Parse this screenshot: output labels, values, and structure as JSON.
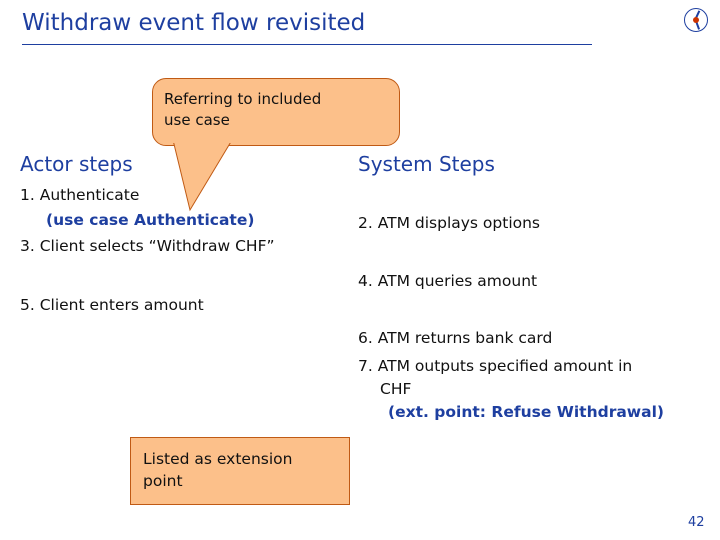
{
  "slide": {
    "title": "Withdraw event flow revisited",
    "page_number": "42",
    "accent_color": "#1e3fa0",
    "callout_fill": "#fcc08a",
    "callout_border": "#c05a14"
  },
  "logo": {
    "name": "circle-clock-logo",
    "dot_color": "#cc3300"
  },
  "callouts": {
    "top": {
      "line1": "Referring to included",
      "line2": "use case"
    },
    "bottom": {
      "line1": "Listed as extension",
      "line2": "point"
    }
  },
  "columns": {
    "actor": {
      "heading": "Actor steps",
      "steps": [
        {
          "text": "1. Authenticate"
        },
        {
          "text": "(use case Authenticate)"
        },
        {
          "text": "3. Client selects “Withdraw CHF”"
        },
        {
          "text": "5. Client enters amount"
        }
      ]
    },
    "system": {
      "heading": "System Steps",
      "steps": [
        {
          "text": "2. ATM displays options"
        },
        {
          "text": "4. ATM queries amount"
        },
        {
          "text": "6. ATM returns bank card"
        },
        {
          "text": "7. ATM outputs specified amount in",
          "cont": "CHF"
        },
        {
          "text": "(ext. point: Refuse Withdrawal)"
        }
      ]
    }
  }
}
